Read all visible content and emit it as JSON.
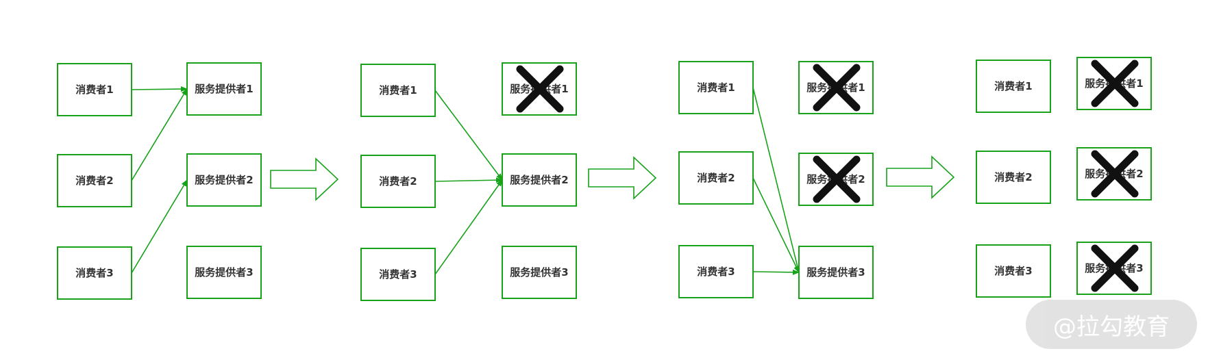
{
  "colors": {
    "stroke": "#17a21a",
    "fail_mark": "#111111",
    "text": "#333333"
  },
  "stages": [
    {
      "consumers": [
        "消费者1",
        "消费者2",
        "消费者3"
      ],
      "providers": [
        "服务提供者1",
        "服务提供者2",
        "服务提供者3"
      ],
      "failed": [],
      "links": [
        [
          0,
          0
        ],
        [
          1,
          0
        ],
        [
          2,
          1
        ]
      ]
    },
    {
      "consumers": [
        "消费者1",
        "消费者2",
        "消费者3"
      ],
      "providers": [
        "服务提供者1",
        "服务提供者2",
        "服务提供者3"
      ],
      "failed": [
        0
      ],
      "links": [
        [
          0,
          1
        ],
        [
          1,
          1
        ],
        [
          2,
          1
        ]
      ]
    },
    {
      "consumers": [
        "消费者1",
        "消费者2",
        "消费者3"
      ],
      "providers": [
        "服务提供者1",
        "服务提供者2",
        "服务提供者3"
      ],
      "failed": [
        0,
        1
      ],
      "links": [
        [
          0,
          2
        ],
        [
          1,
          2
        ],
        [
          2,
          2
        ]
      ]
    },
    {
      "consumers": [
        "消费者1",
        "消费者2",
        "消费者3"
      ],
      "providers": [
        "服务提供者1",
        "服务提供者2",
        "服务提供者3"
      ],
      "failed": [
        0,
        1,
        2
      ],
      "links": []
    }
  ],
  "watermark": "@拉勾教育"
}
